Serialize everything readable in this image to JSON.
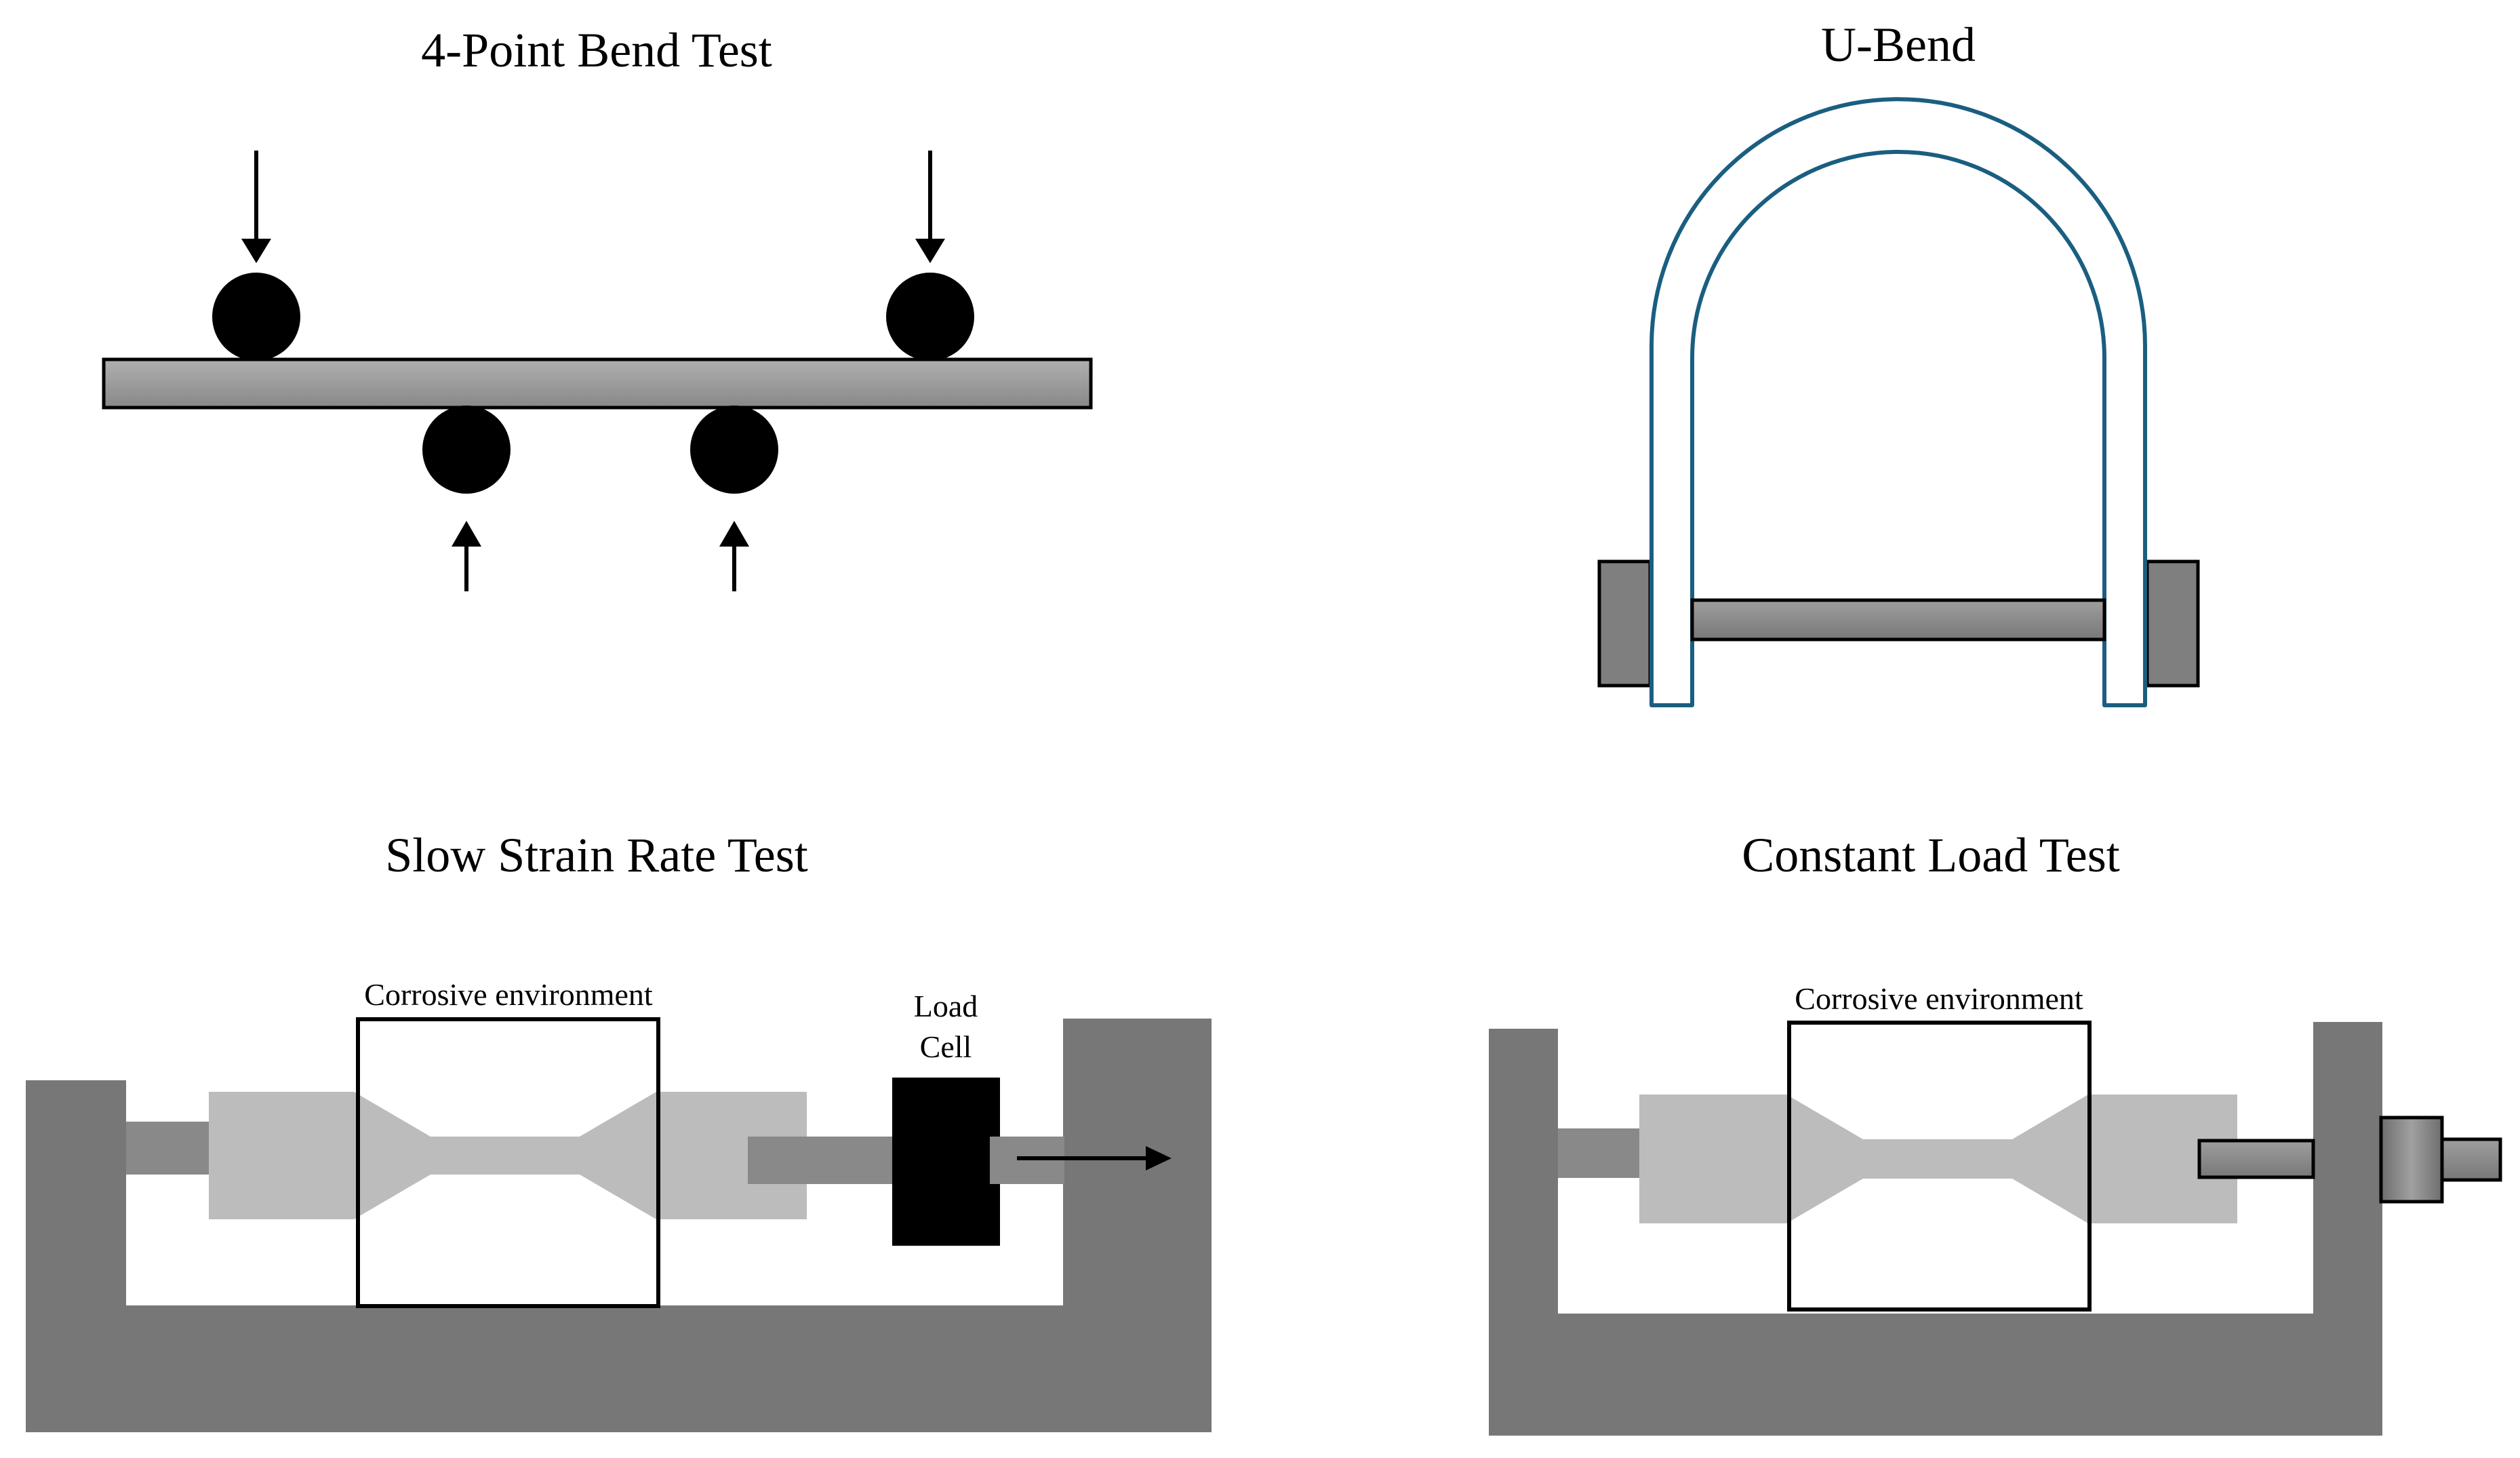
{
  "panels": {
    "four_point": {
      "title": "4-Point Bend Test"
    },
    "u_bend": {
      "title": "U-Bend",
      "bend_stroke_color": "#1a5e80"
    },
    "slow_strain": {
      "title": "Slow Strain Rate Test",
      "environment_label": "Corrosive environment",
      "load_cell_label_line1": "Load",
      "load_cell_label_line2": "Cell"
    },
    "constant_load": {
      "title": "Constant Load Test",
      "environment_label": "Corrosive environment"
    }
  },
  "colors": {
    "frame": "#777777",
    "grip": "#bcbcbc",
    "rod": "#898989",
    "load_cell": "#000000",
    "roller": "#000000",
    "beam_light": "#a9a9a9",
    "beam_dark": "#8a8a8a",
    "bend_stroke": "#1a5e80"
  }
}
